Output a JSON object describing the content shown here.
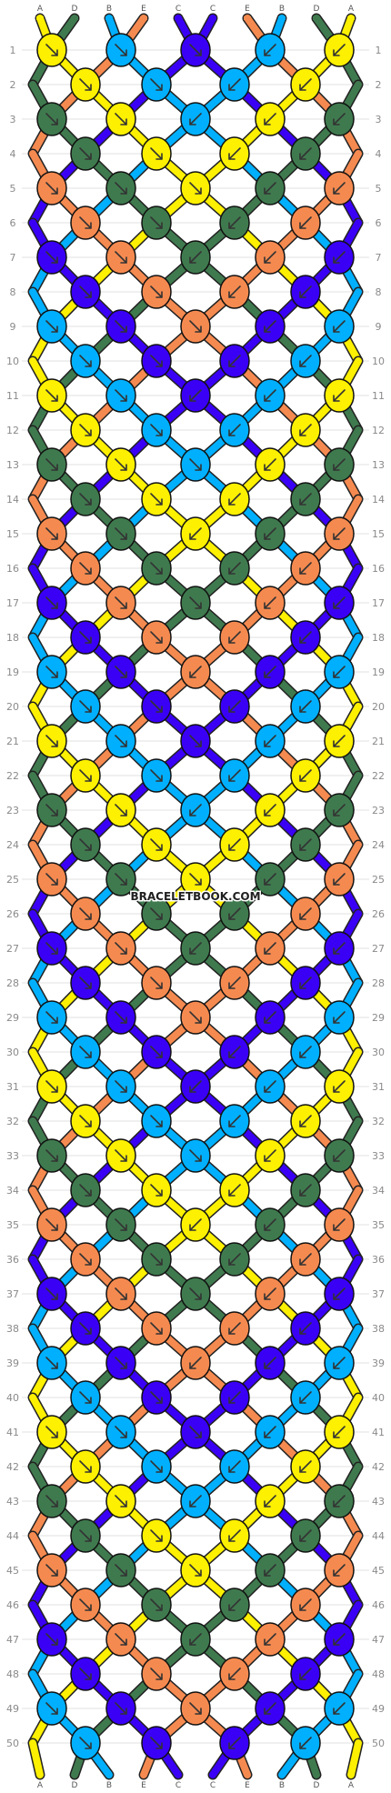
{
  "colors": {
    "A": "#fdf000",
    "B": "#00b0ff",
    "C": "#3a00f5",
    "D": "#3f7a4e",
    "E": "#f58a50"
  },
  "strands": [
    "A",
    "D",
    "B",
    "E",
    "C",
    "C",
    "E",
    "B",
    "D",
    "A"
  ],
  "row_count": 50,
  "watermark": "BRACELETBOOK.COM",
  "knot_icons": [
    "forward-knot-icon",
    "backward-knot-icon",
    "forward-backward-knot-icon",
    "backward-forward-knot-icon"
  ]
}
